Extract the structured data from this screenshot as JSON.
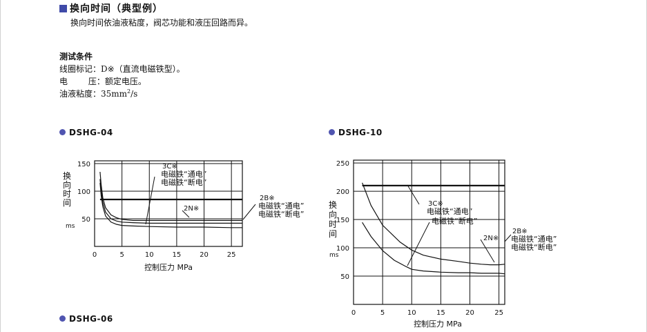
{
  "header": {
    "title": "换向时间（典型例）",
    "description": "换向时间依油液粘度，阀芯功能和液压回路而异。"
  },
  "conditions": {
    "heading": "测试条件",
    "coil": "线圈标记：D※（直流电磁铁型）。",
    "voltage_label": "电 压：",
    "voltage_value": "额定电压。",
    "viscosity_label": "油液粘度：35mm",
    "viscosity_sup": "2",
    "viscosity_unit": "/s"
  },
  "sections": {
    "dshg04": "DSHG-04",
    "dshg10": "DSHG-10",
    "dshg06": "DSHG-06"
  },
  "chart_data": [
    {
      "type": "line",
      "title": "DSHG-04",
      "xlabel": "控制压力 MPa",
      "ylabel": [
        "换",
        "向",
        "时",
        "间"
      ],
      "yunit": "ms",
      "xlim": [
        0,
        27
      ],
      "ylim": [
        0,
        155
      ],
      "xticks": [
        0,
        5,
        10,
        15,
        20,
        25
      ],
      "yticks": [
        50,
        100,
        150
      ],
      "grid": true,
      "series": [
        {
          "label": "3C※ 电磁铁“通电” 电磁铁“断电”",
          "x": [
            1,
            27
          ],
          "y": [
            85,
            85
          ],
          "width": 2.2
        },
        {
          "x": [
            1,
            1.2,
            1.5,
            2,
            3,
            4,
            5,
            7,
            10,
            15,
            20,
            25,
            27
          ],
          "y": [
            135,
            112,
            88,
            70,
            57,
            52,
            49,
            47,
            47,
            47,
            47,
            47,
            47
          ],
          "width": 1.2
        },
        {
          "label": "2N※",
          "x": [
            1,
            1.2,
            1.5,
            2,
            3,
            4,
            5,
            7,
            10,
            15,
            20,
            25,
            27
          ],
          "y": [
            122,
            100,
            80,
            62,
            50,
            46,
            44,
            43,
            42,
            42,
            42,
            42,
            42
          ],
          "width": 1.2
        },
        {
          "label": "2B※ 电磁铁“通电” 电磁铁“断电”",
          "x": [
            1,
            1.2,
            1.5,
            2,
            3,
            4,
            5,
            7,
            10,
            15,
            20,
            25,
            27
          ],
          "y": [
            115,
            92,
            72,
            55,
            44,
            40,
            38,
            37,
            36,
            35,
            35,
            34,
            34
          ],
          "width": 1.2
        }
      ],
      "annotations": [
        {
          "lines": [
            "3C※",
            "电磁铁“通电”",
            "电磁铁“断电”"
          ]
        },
        {
          "lines": [
            "2N※"
          ]
        },
        {
          "lines": [
            "2B※",
            "电磁铁“通电”",
            "电磁铁“断电”"
          ]
        }
      ]
    },
    {
      "type": "line",
      "title": "DSHG-10",
      "xlabel": "控制压力 MPa",
      "ylabel": [
        "换",
        "向",
        "时",
        "间"
      ],
      "yunit": "ms",
      "xlim": [
        0,
        26
      ],
      "ylim": [
        0,
        255
      ],
      "xticks": [
        0,
        5,
        10,
        15,
        20,
        25
      ],
      "yticks": [
        50,
        100,
        150,
        200,
        250
      ],
      "grid": true,
      "series": [
        {
          "label": "3C※ 电磁铁“通电” 电磁铁“断电”",
          "x": [
            1.5,
            26
          ],
          "y": [
            210,
            210
          ],
          "width": 2.2
        },
        {
          "label": "2N※",
          "x": [
            1.5,
            3,
            5,
            8,
            10,
            12,
            15,
            18,
            20,
            22,
            23.5,
            25,
            26
          ],
          "y": [
            215,
            175,
            140,
            110,
            96,
            87,
            80,
            76,
            73,
            71,
            70,
            70,
            71
          ],
          "width": 1.2
        },
        {
          "label": "2B※ 电磁铁“通电” 电磁铁“断电”",
          "x": [
            1.5,
            3,
            5,
            7,
            9,
            10,
            12,
            15,
            18,
            20,
            22,
            25,
            26
          ],
          "y": [
            145,
            120,
            95,
            78,
            67,
            62,
            59,
            57,
            56,
            56,
            55,
            55,
            54
          ],
          "width": 1.2
        }
      ],
      "annotations": [
        {
          "lines": [
            "3C※",
            "电磁铁“通电”"
          ]
        },
        {
          "lines": [
            "电磁铁“断电”"
          ]
        },
        {
          "lines": [
            "2N※"
          ]
        },
        {
          "lines": [
            "2B※",
            "电磁铁“通电”",
            "电磁铁“断电”"
          ]
        }
      ]
    }
  ]
}
